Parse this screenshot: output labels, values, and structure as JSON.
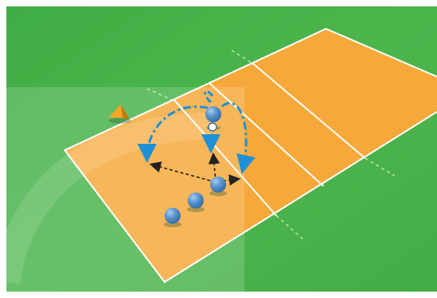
{
  "scene": {
    "type": "volleyball-drill-diagram",
    "colors": {
      "frame": "#ffffff",
      "field": "#4cb54c",
      "court": "#f6a93a",
      "court_line": "#ffffff",
      "overlay": "#ffffff",
      "player": "#5b95cf",
      "player_dark": "#3b6fa3",
      "shadow": "#2e5a2e",
      "move_arrow": "#1e90d6",
      "pass_arrow": "#222222",
      "cone": "#f5a623",
      "cone_dark": "#c27b12"
    },
    "elements": {
      "players": 4,
      "cones": 1,
      "movement_arrows": 4,
      "pass_arrows": 3,
      "ball": 1
    }
  }
}
